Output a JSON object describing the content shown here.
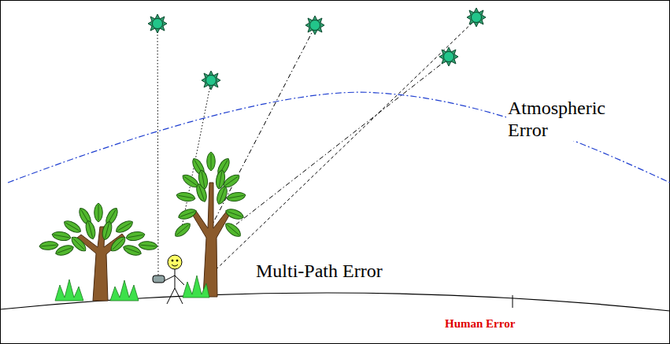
{
  "diagram": {
    "labels": [
      "Atmospheric Error",
      "Multi-Path Error",
      "Human Error"
    ]
  }
}
